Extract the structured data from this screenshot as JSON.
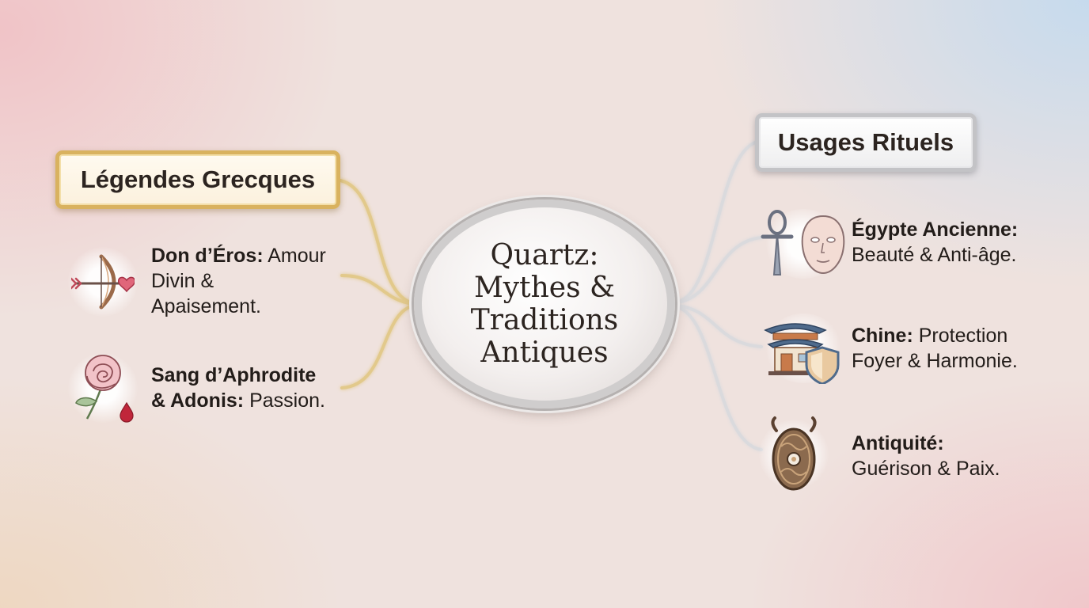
{
  "center": {
    "lines": [
      "Quartz:",
      "Mythes &",
      "Traditions",
      "Antiques"
    ]
  },
  "branches": {
    "left": {
      "title": "Légendes Grecques",
      "items": [
        {
          "label": "Don d’Éros:",
          "text_lines": [
            "Amour",
            "Divin &",
            "Apaisement."
          ],
          "icon": "bow-arrow-heart-icon"
        },
        {
          "label_lines": [
            "Sang d’Aphrodite",
            "& Adonis:"
          ],
          "text": "Passion.",
          "icon": "rose-blood-drop-icon"
        }
      ]
    },
    "right": {
      "title": "Usages Rituels",
      "items": [
        {
          "label": "Égypte Ancienne:",
          "text": "Beauté & Anti-âge.",
          "icons": [
            "ankh-icon",
            "face-mask-icon"
          ]
        },
        {
          "label": "Chine:",
          "text_lines": [
            "Protection",
            "Foyer & Harmonie."
          ],
          "icons": [
            "pagoda-house-icon",
            "shield-icon"
          ]
        },
        {
          "label": "Antiquité:",
          "text": "Guérison & Paix.",
          "icon": "amulet-icon"
        }
      ]
    }
  },
  "colors": {
    "gold_accent": "#d9b25f",
    "silver_accent": "#c3c3c6",
    "text": "#221c19",
    "blood_red": "#c0263a",
    "rose_pink": "#eab0b6"
  }
}
